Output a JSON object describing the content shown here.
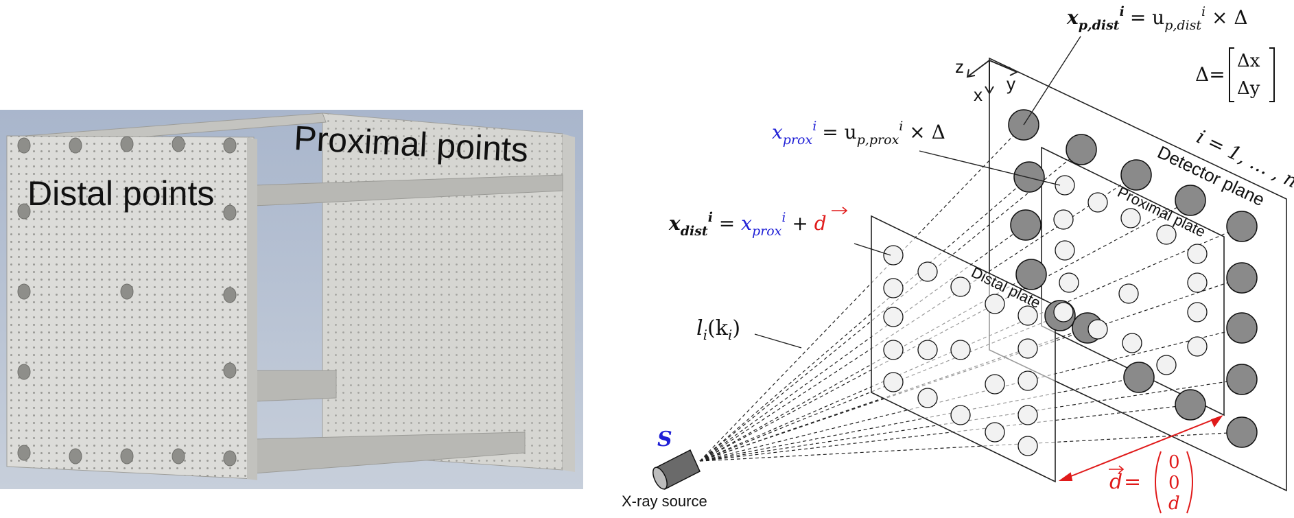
{
  "render": {
    "distal_label": "Distal points",
    "proximal_label": "Proximal points",
    "colors": {
      "background_top": "#a9b6cc",
      "background_bottom": "#c7cfdb",
      "plate": "#dcdcd9",
      "frame": "#b4b4b0",
      "hole": "#9a9a96"
    }
  },
  "schematic": {
    "source_symbol": "S",
    "source_label": "X-ray source",
    "axis_z": "z",
    "axis_y": "y",
    "axis_x": "x",
    "detector_plane_label": "Detector plane",
    "proximal_plate_label": "Proximál plate",
    "distal_plate_label": "Distal plate",
    "index_range": "i = 1, … , n",
    "delta_eq_lhs": "Δ=",
    "delta_x": "Δx",
    "delta_y": "Δy",
    "eq_detector": {
      "lhs": "x",
      "lhs_sub": "p,dist",
      "lhs_sup": "i",
      "rhs": "= u",
      "rhs_sub": "p,dist",
      "rhs_sup": "i",
      "tail": " × Δ"
    },
    "eq_prox": {
      "lhs": "x",
      "lhs_sub": "prox",
      "lhs_sup": "i",
      "rhs": "= u",
      "rhs_sub": "p,prox",
      "rhs_sup": "i",
      "tail": " × Δ"
    },
    "eq_dist": {
      "lhs": "x",
      "lhs_sub": "dist",
      "lhs_sup": "i",
      "mid": " = ",
      "x2": "x",
      "x2_sub": "prox",
      "x2_sup": "i",
      "plus": " + ",
      "d": "d"
    },
    "line_label": "l",
    "line_label_sub": "i",
    "line_label_arg": "(k",
    "line_label_arg_sub": "i",
    "line_label_close": ")",
    "d_vec": {
      "lhs": "d",
      "eq": " =",
      "v1": "0",
      "v2": "0",
      "v3": "d"
    },
    "colors": {
      "blue": "#1f1fd6",
      "red": "#e01a1a",
      "detector_dot": "#8a8a8a",
      "plate_dot": "#f2f2f2",
      "line": "#222222"
    }
  }
}
